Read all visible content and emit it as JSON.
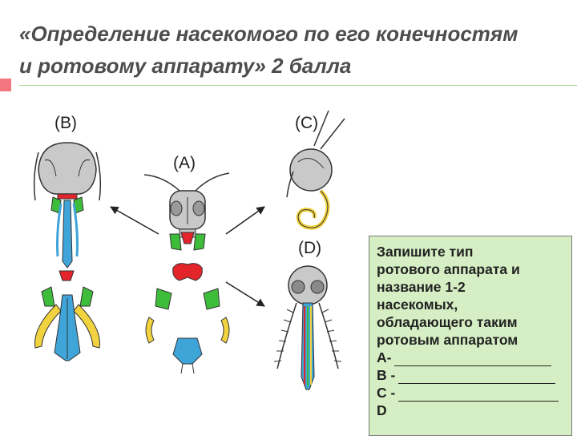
{
  "slide": {
    "title_line1": "«Определение насекомого по его конечностям",
    "title_line2": "и ротовому аппарату» 2 балла"
  },
  "figure": {
    "labels": {
      "a": "(A)",
      "b": "(B)",
      "c": "(C)",
      "d": "(D)"
    }
  },
  "task": {
    "instruction_lines": [
      "Запишите тип",
      "ротового аппарата и",
      "название 1-2",
      "насекомых,",
      "обладающего таким",
      "ротовым аппаратом"
    ],
    "answers": [
      {
        "prefix": "А-"
      },
      {
        "prefix": "В -"
      },
      {
        "prefix": "С -"
      },
      {
        "prefix": "D"
      }
    ]
  },
  "colors": {
    "title_text": "#4d4d4d",
    "rule": "#a5d48d",
    "accent": "#f1767d",
    "task_background": "#d6eec3",
    "mandible_red": "#e3242b",
    "maxilla_green": "#3ebd3a",
    "palp_yellow": "#f1d23f",
    "labium_blue": "#3fa4d8",
    "head_gray": "#c9c9c9"
  }
}
